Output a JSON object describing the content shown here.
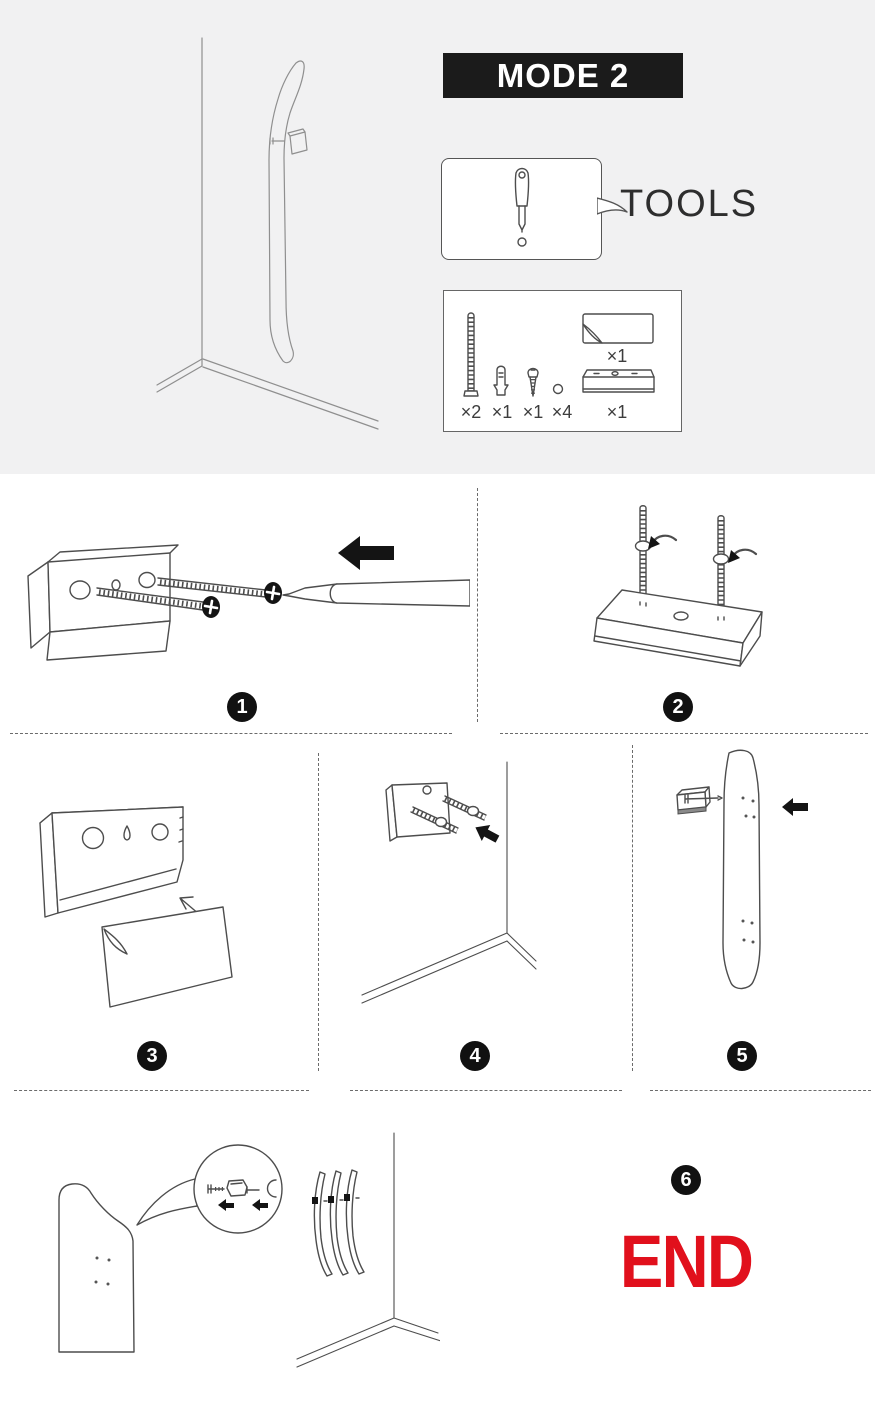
{
  "colors": {
    "hero_background": "#f1f1f2",
    "banner_background": "#1b1b1b",
    "banner_text": "#ffffff",
    "line_art": "#4d4d4d",
    "badge_background": "#111111",
    "end_red": "#e1101c"
  },
  "hero": {
    "mode_label": "MODE 2",
    "tools_label": "TOOLS"
  },
  "parts_box": {
    "items": [
      {
        "icon": "long-screw-icon",
        "qty": "×2"
      },
      {
        "icon": "wall-anchor-icon",
        "qty": "×1"
      },
      {
        "icon": "small-screw-icon",
        "qty": "×1"
      },
      {
        "icon": "washer-icon",
        "qty": "×4"
      },
      {
        "icon": "adhesive-sticker-icon",
        "qty": "×1"
      },
      {
        "icon": "mount-block-icon",
        "qty": "×1"
      }
    ]
  },
  "steps": [
    {
      "number": "1"
    },
    {
      "number": "2"
    },
    {
      "number": "3"
    },
    {
      "number": "4"
    },
    {
      "number": "5"
    },
    {
      "number": "6"
    }
  ],
  "end_label": "END"
}
